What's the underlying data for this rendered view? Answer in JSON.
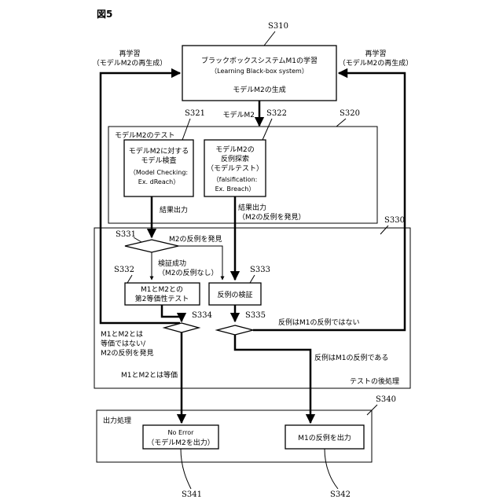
{
  "figure_label": "図5",
  "steps": {
    "s310": "S310",
    "s320": "S320",
    "s321": "S321",
    "s322": "S322",
    "s330": "S330",
    "s331": "S331",
    "s332": "S332",
    "s333": "S333",
    "s334": "S334",
    "s335": "S335",
    "s340": "S340",
    "s341": "S341",
    "s342": "S342"
  },
  "retrain_left": [
    "再学習",
    "（モデルM2の再生成）"
  ],
  "retrain_right": [
    "再学習",
    "（モデルM2の再生成）"
  ],
  "blackbox": {
    "line1": "ブラックボックスシステムM1の学習",
    "line2": "（Learning Black-box system）",
    "line3": "モデルM2の生成"
  },
  "model_m2_label": "モデルM2",
  "test_group": {
    "title": "モデルM2のテスト"
  },
  "model_check": [
    "モデルM2に対する",
    "モデル検査",
    "（Model Checking:",
    "Ex. dReach）"
  ],
  "counterexample_search": [
    "モデルM2の",
    "反例探索",
    "（モデルテスト）",
    "（falsification:",
    "Ex. Breach）"
  ],
  "result_output_left": "結果出力",
  "result_output_right": [
    "結果出力",
    "（M2の反例を発見）"
  ],
  "found_m2_counterexample": "M2の反例を発見",
  "verify_success": [
    "検証成功",
    "（M2の反例なし）"
  ],
  "equivalence_test": [
    "M1とM2との",
    "第2等価性テスト"
  ],
  "verify_counterexample": "反例の検証",
  "not_equivalent": [
    "M1とM2とは",
    "等価ではない/",
    "M2の反例を発見"
  ],
  "not_m1_counterexample": "反例はM1の反例ではない",
  "is_m1_counterexample": "反例はM1の反例である",
  "equivalent": "M1とM2とは等価",
  "post_test": "テストの後処理",
  "output_processing": "出力処理",
  "no_error": [
    "No Error",
    "（モデルM2を出力）"
  ],
  "output_m1_counterexample": "M1の反例を出力"
}
